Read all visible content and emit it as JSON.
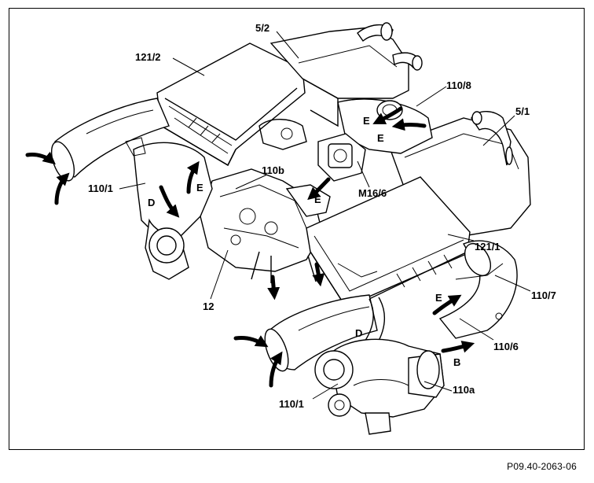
{
  "figure_code": "P09.40-2063-06",
  "labels": {
    "l_5_2": "5/2",
    "l_121_2": "121/2",
    "l_110_8": "110/8",
    "l_5_1": "5/1",
    "l_110_1_left": "110/1",
    "l_110b": "110b",
    "l_m16_6": "M16/6",
    "l_121_1": "121/1",
    "l_110_7": "110/7",
    "l_12": "12",
    "l_110_6": "110/6",
    "l_110a": "110a",
    "l_110_1_bottom": "110/1"
  },
  "flow_arrows": {
    "E": "E",
    "D": "D",
    "B": "B"
  }
}
